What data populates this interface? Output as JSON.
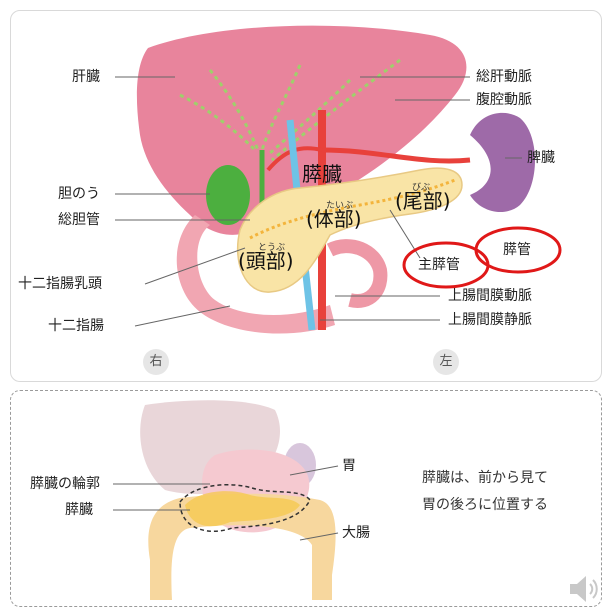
{
  "main_diagram": {
    "labels": {
      "liver": "肝臓",
      "common_hepatic_artery": "総肝動脈",
      "celiac_artery": "腹腔動脈",
      "spleen": "脾臓",
      "gallbladder": "胆のう",
      "common_bile_duct": "総胆管",
      "papilla": "十二指腸乳頭",
      "duodenum": "十二指腸",
      "pancreatic_duct": "膵管",
      "main_pancreatic_duct": "主膵管",
      "sma": "上腸間膜動脈",
      "smv": "上腸間膜静脈"
    },
    "pancreas_title": "膵臓",
    "parts": {
      "head": "(頭部)",
      "body": "(体部)",
      "tail": "(尾部)"
    },
    "ruby": {
      "head": "とうぶ",
      "body": "たいぶ",
      "tail": "びぶ"
    },
    "directions": {
      "right": "右",
      "left": "左"
    }
  },
  "sub_diagram": {
    "labels": {
      "outline": "膵臓の輪郭",
      "pancreas": "膵臓",
      "stomach": "胃",
      "large_intestine": "大腸"
    },
    "note_lines": [
      "膵臓は、前から見て",
      "胃の後ろに位置する"
    ]
  },
  "colors": {
    "liver": "#e8849c",
    "pancreas": "#f9e4a6",
    "spleen": "#9e6aa8",
    "duodenum": "#f1a6b2",
    "artery": "#e8413b",
    "vein": "#6ec3e6",
    "gallbladder": "#4caf3f",
    "highlight": "#e01818"
  }
}
